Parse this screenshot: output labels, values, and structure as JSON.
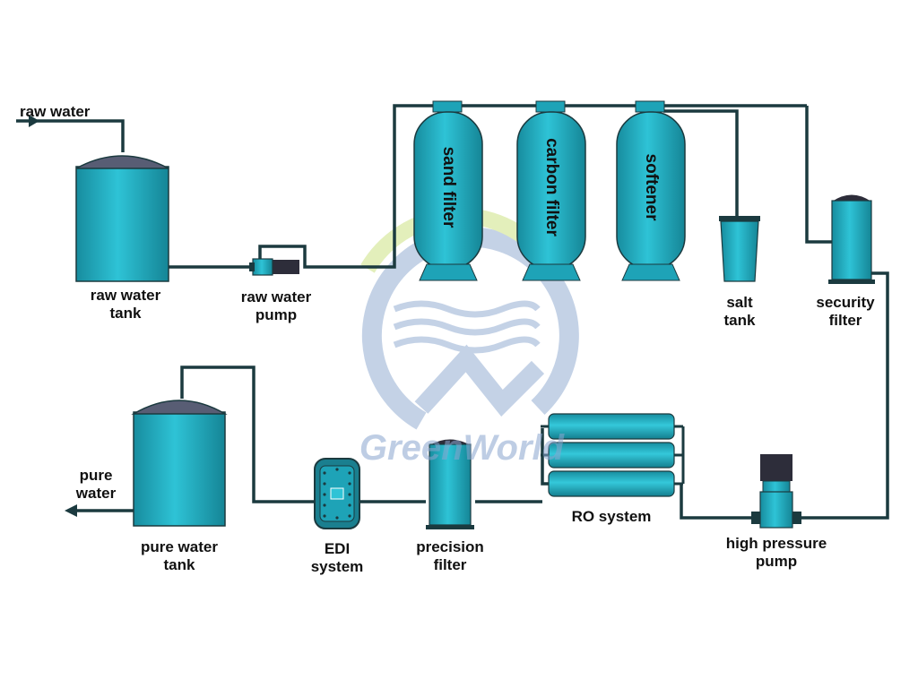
{
  "colors": {
    "pipe": "#1b3a3f",
    "body": "#1ea3b7",
    "body_light": "#2ec3d6",
    "cap": "#585d74",
    "watermark_blue": "#8aa6cf",
    "watermark_green": "#c9e07a"
  },
  "labels": {
    "raw_water_in": "raw water",
    "raw_water_tank": [
      "raw water",
      "tank"
    ],
    "raw_water_pump": [
      "raw water",
      "pump"
    ],
    "sand_filter": "sand filter",
    "carbon_filter": "carbon filter",
    "softener": "softener",
    "salt_tank": [
      "salt",
      "tank"
    ],
    "security_filter": [
      "security",
      "filter"
    ],
    "high_pressure_pump": [
      "high pressure",
      "pump"
    ],
    "ro_system": "RO system",
    "precision_filter": [
      "precision",
      "filter"
    ],
    "edi_system": [
      "EDI",
      "system"
    ],
    "pure_water_tank": [
      "pure water",
      "tank"
    ],
    "pure_water_out": [
      "pure",
      "water"
    ]
  },
  "watermark": {
    "text": "GreenWorld"
  }
}
